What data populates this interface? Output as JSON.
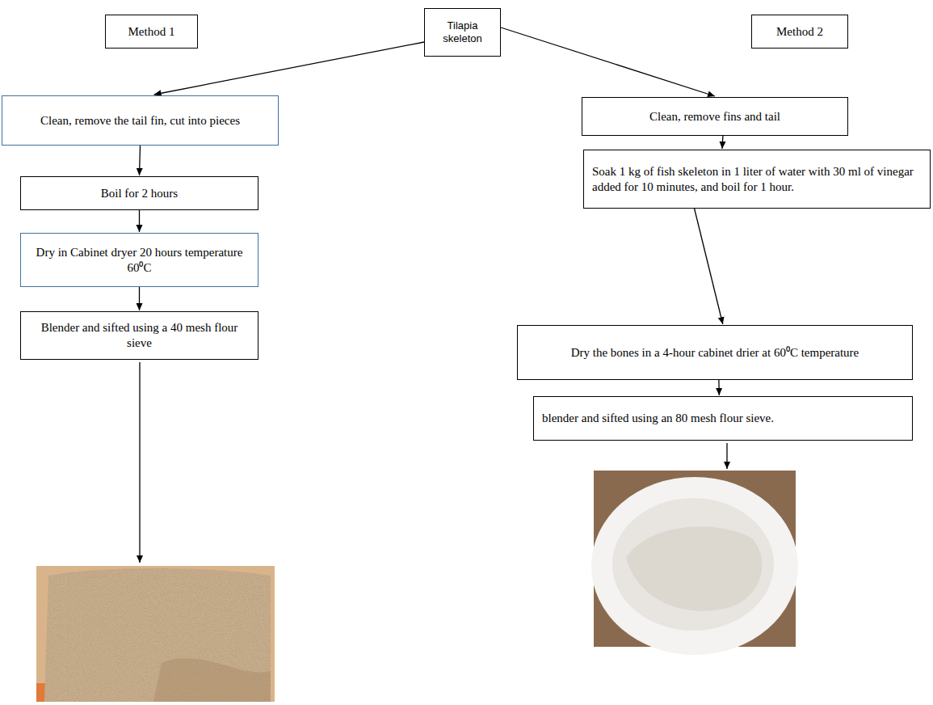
{
  "diagram": {
    "nodes": [
      {
        "text": [
          "Method 1"
        ]
      },
      {
        "text": [
          "Tilapia skeleton"
        ]
      },
      {
        "text": [
          "Method 2"
        ]
      },
      {
        "text": [
          "Clean, remove the tail fin, cut into pieces"
        ]
      },
      {
        "text": [
          "Clean, remove fins and tail"
        ]
      },
      {
        "text": [
          "Boil for 2 hours"
        ]
      },
      {
        "text": [
          "Soak 1 kg of fish skeleton in 1 liter of water with 30 ml of vinegar added for 10 minutes, and boil for 1 hour."
        ]
      },
      {
        "text": [
          "Dry in Cabinet dryer 20 hours temperature 60⁰C"
        ]
      },
      {
        "text": [
          "Blender and sifted using a 40 mesh flour sieve"
        ]
      },
      {
        "text": [
          "Dry the bones in a 4-hour cabinet drier at 60⁰C temperature"
        ]
      },
      {
        "text": [
          "blender and sifted using an 80 mesh flour sieve."
        ]
      }
    ],
    "edges": [
      {
        "from": 1,
        "to": 3,
        "arrow": "to"
      },
      {
        "from": 1,
        "to": 4,
        "arrow": "to"
      },
      {
        "from": 3,
        "to": 5,
        "arrow": "to"
      },
      {
        "from": 5,
        "to": 7,
        "arrow": "to"
      },
      {
        "from": 7,
        "to": 8,
        "arrow": "to"
      },
      {
        "from": 4,
        "to": 6,
        "arrow": "to"
      },
      {
        "from": 6,
        "to": 9,
        "arrow": "to"
      },
      {
        "from": 9,
        "to": 10,
        "arrow": "to"
      }
    ]
  }
}
